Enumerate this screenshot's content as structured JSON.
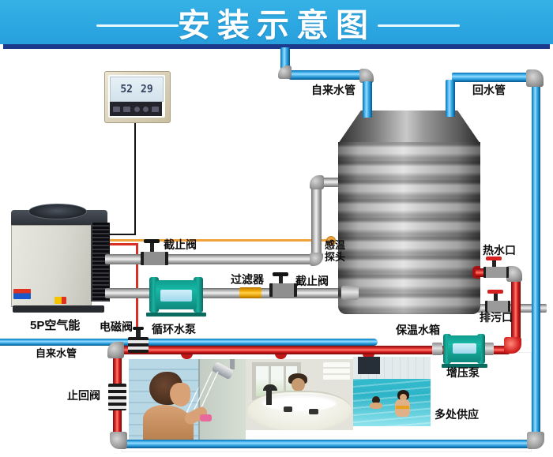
{
  "title": "安装示意图",
  "control_panel": {
    "display_left": "52",
    "display_right": "29"
  },
  "heat_pump": {
    "label": "5P空气能"
  },
  "tank": {
    "label": "保温水箱"
  },
  "pipes": {
    "tap_water_top": "自来水管",
    "return_pipe": "回水管",
    "tap_water_bottom": "自来水管"
  },
  "components": {
    "stop_valve_top": "截止阀",
    "stop_valve_mid": "截止阀",
    "filter": "过滤器",
    "solenoid_valve": "电磁阀",
    "circulation_pump": "循环水泵",
    "check_valve": "止回阀",
    "temp_probe_line1": "感温",
    "temp_probe_line2": "探头",
    "hot_water_outlet": "热水口",
    "drain_outlet": "排污口",
    "booster_pump": "增压泵",
    "multi_supply": "多处供应"
  },
  "colors": {
    "banner_blue": "#2BA8E1",
    "banner_navy": "#1B3A8C",
    "pipe_blue": "#2196D8",
    "pipe_red": "#D42020",
    "pipe_gray": "#B5B5B5",
    "pump_teal": "#12948A",
    "filter_orange": "#F0A500",
    "sensor_wire_orange": "#F0A23C"
  }
}
